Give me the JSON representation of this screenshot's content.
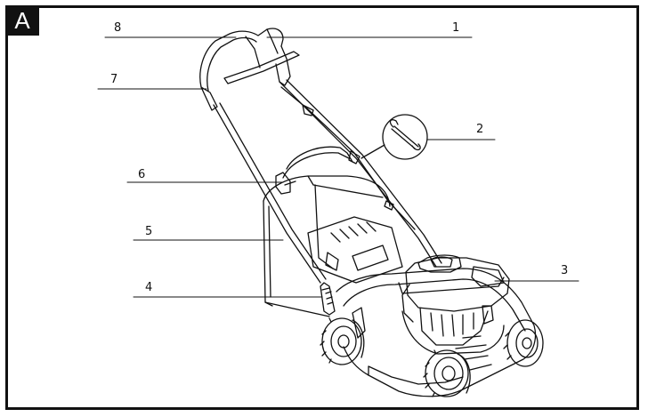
{
  "figure": {
    "letter": "A"
  },
  "callouts": [
    {
      "number": "1"
    },
    {
      "number": "2"
    },
    {
      "number": "3"
    },
    {
      "number": "4"
    },
    {
      "number": "5"
    },
    {
      "number": "6"
    },
    {
      "number": "7"
    },
    {
      "number": "8"
    }
  ],
  "colors": {
    "ink": "#111111",
    "background": "#ffffff"
  }
}
